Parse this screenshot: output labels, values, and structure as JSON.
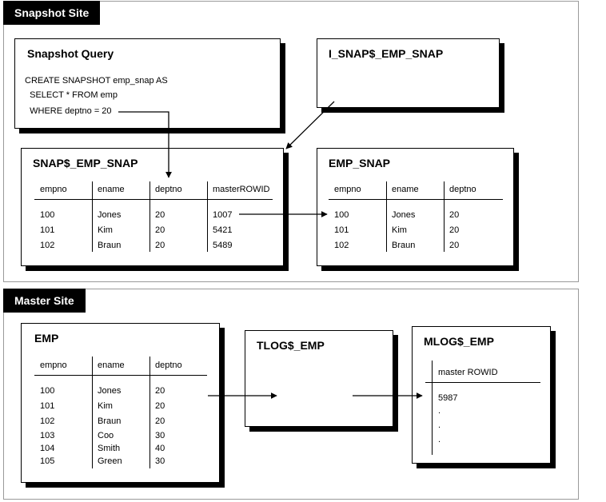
{
  "snapshot_site": {
    "label": "Snapshot Site",
    "query_box": {
      "title": "Snapshot Query",
      "lines": [
        "CREATE SNAPSHOT emp_snap AS",
        "  SELECT * FROM emp",
        "  WHERE deptno = 20"
      ]
    },
    "index_box": {
      "title": "I_SNAP$_EMP_SNAP"
    },
    "snap_table": {
      "title": "SNAP$_EMP_SNAP",
      "columns": [
        "empno",
        "ename",
        "deptno",
        "masterROWID"
      ],
      "rows": [
        [
          "100",
          "Jones",
          "20",
          "1007"
        ],
        [
          "101",
          "Kim",
          "20",
          "5421"
        ],
        [
          "102",
          "Braun",
          "20",
          "5489"
        ]
      ]
    },
    "view_table": {
      "title": "EMP_SNAP",
      "columns": [
        "empno",
        "ename",
        "deptno"
      ],
      "rows": [
        [
          "100",
          "Jones",
          "20"
        ],
        [
          "101",
          "Kim",
          "20"
        ],
        [
          "102",
          "Braun",
          "20"
        ]
      ]
    }
  },
  "master_site": {
    "label": "Master Site",
    "emp_table": {
      "title": "EMP",
      "columns": [
        "empno",
        "ename",
        "deptno"
      ],
      "rows": [
        [
          "100",
          "Jones",
          "20"
        ],
        [
          "101",
          "Kim",
          "20"
        ],
        [
          "102",
          "Braun",
          "20"
        ],
        [
          "103",
          "Coo",
          "30"
        ],
        [
          "104",
          "Smith",
          "40"
        ],
        [
          "105",
          "Green",
          "30"
        ]
      ]
    },
    "tlog_box": {
      "title": "TLOG$_EMP"
    },
    "mlog_box": {
      "title": "MLOG$_EMP",
      "column": "master ROWID",
      "values": [
        "5987",
        ".",
        ".",
        "."
      ]
    }
  }
}
